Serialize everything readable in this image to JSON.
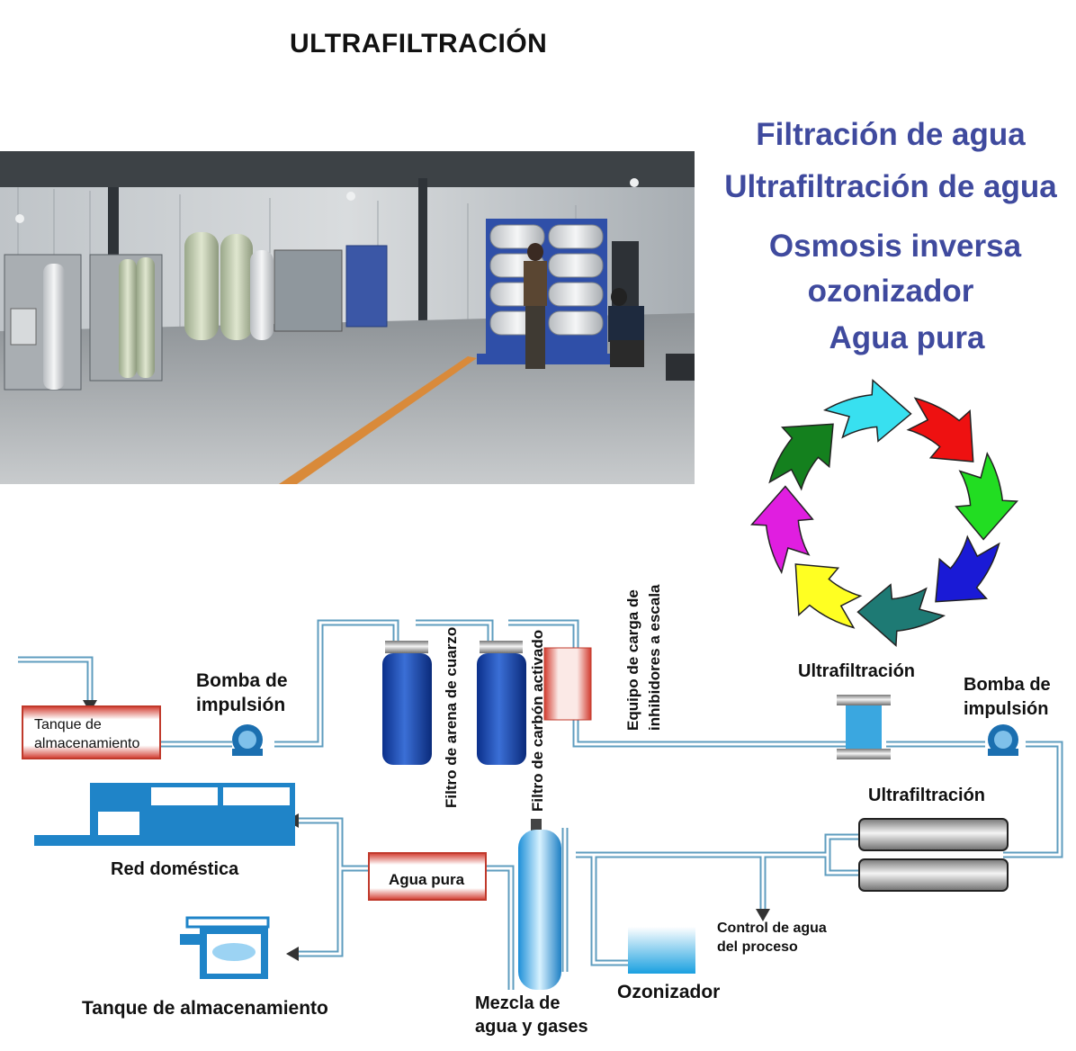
{
  "title": "ULTRAFILTRACIÓN",
  "topics": [
    "Filtración de agua",
    "Ultrafiltración de agua",
    "Osmosis inversa",
    "ozonizador",
    "Agua pura"
  ],
  "cycle_colors": [
    "#ee1111",
    "#22dd22",
    "#1a1ad6",
    "#1e7a74",
    "#ffff22",
    "#e01ee0",
    "#14801e",
    "#38e0f0"
  ],
  "diagram": {
    "tanque_top_line1": "Tanque de",
    "tanque_top_line2": "almacenamiento",
    "bomba_left_line1": "Bomba de",
    "bomba_left_line2": "impulsión",
    "filtro_arena": "Filtro de arena de cuarzo",
    "filtro_carbon": "Filtro de carbón activado",
    "equipo_line1": "Equipo de carga de",
    "equipo_line2": "inhibidores a escala",
    "ultrafiltracion_top": "Ultrafiltración",
    "bomba_right_line1": "Bomba de",
    "bomba_right_line2": "impulsión",
    "ultrafiltracion_mid": "Ultrafiltración",
    "red_domestica": "Red doméstica",
    "agua_pura": "Agua pura",
    "control_line1": "Control de agua",
    "control_line2": "del proceso",
    "ozonizador": "Ozonizador",
    "tanque_bottom": "Tanque de almacenamiento",
    "mezcla_line1": "Mezcla de",
    "mezcla_line2": "agua y gases"
  }
}
